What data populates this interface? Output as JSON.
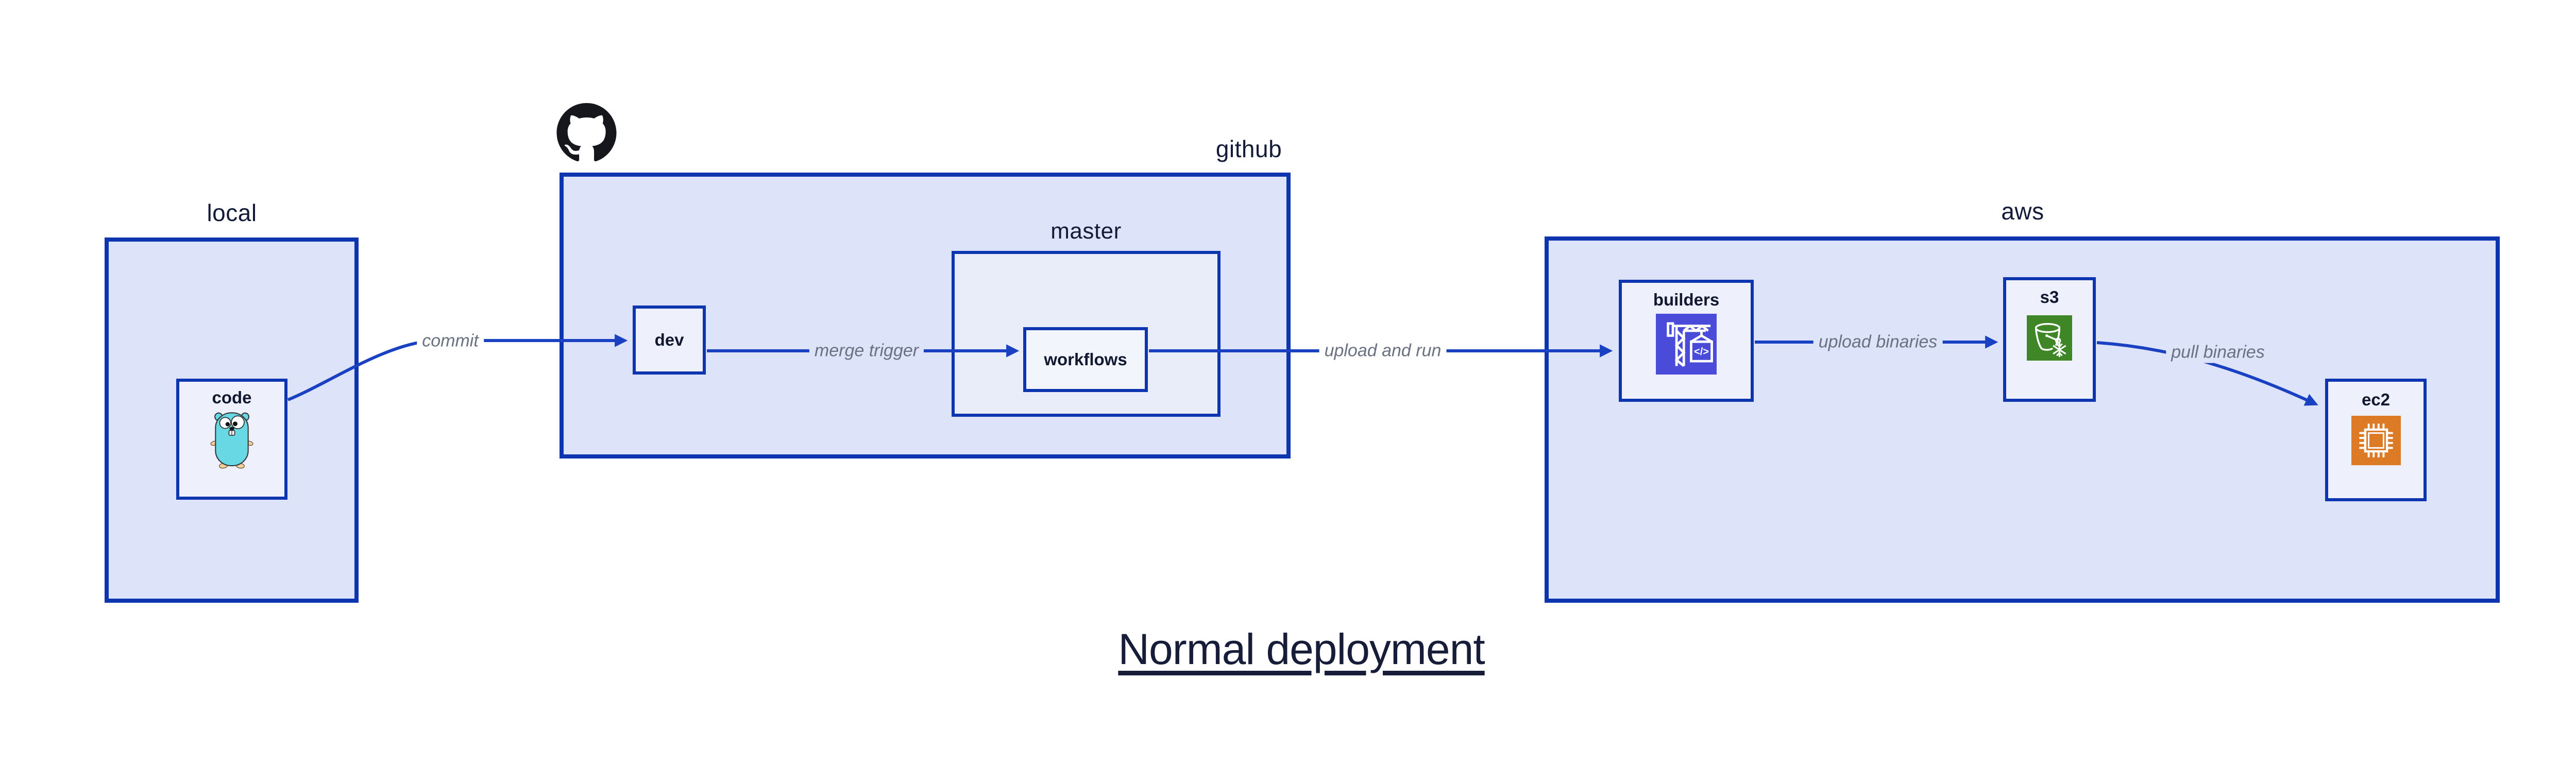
{
  "title": "Normal deployment",
  "groups": {
    "local": {
      "label": "local",
      "code": {
        "label": "code",
        "icon": "go-gopher"
      }
    },
    "github": {
      "label": "github",
      "logo_icon": "github-octocat",
      "dev": {
        "label": "dev"
      },
      "master": {
        "label": "master",
        "workflows": {
          "label": "workflows"
        }
      }
    },
    "aws": {
      "label": "aws",
      "builders": {
        "label": "builders",
        "icon": "codebuild-crane",
        "icon_code_text": "</>"
      },
      "s3": {
        "label": "s3",
        "icon": "s3-glacier-bucket"
      },
      "ec2": {
        "label": "ec2",
        "icon": "ec2-chip"
      }
    }
  },
  "edges": [
    {
      "label": "commit",
      "from": "code",
      "to": "dev"
    },
    {
      "label": "merge trigger",
      "from": "dev",
      "to": "workflows"
    },
    {
      "label": "upload and run",
      "from": "workflows",
      "to": "builders"
    },
    {
      "label": "upload binaries",
      "from": "builders",
      "to": "s3"
    },
    {
      "label": "pull binaries",
      "from": "s3",
      "to": "ec2"
    }
  ],
  "colors": {
    "box_border": "#0d35b0",
    "arrow": "#1a41c2",
    "container_fill": "#dde3f8",
    "nested_fill": "#e9edfa",
    "node_fill": "#eef1fb",
    "label_text": "#141b38",
    "edge_label_text": "#6a7180",
    "builders_icon_bg": "#4a4bd9",
    "s3_icon_bg": "#3e8626",
    "ec2_icon_bg": "#dc7a26",
    "gopher_teal": "#68d8e4",
    "github_black": "#15171c",
    "title_text": "#171d38"
  }
}
